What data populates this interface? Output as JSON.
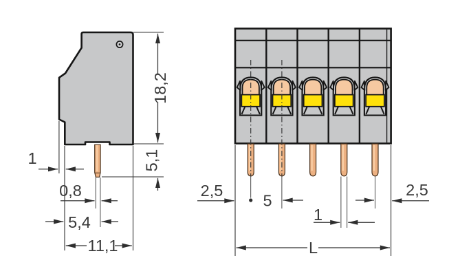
{
  "drawing": {
    "type": "technical-dimension-drawing",
    "subject": "pcb-terminal-block",
    "colors": {
      "background": "#ffffff",
      "body_gray": "#c7c8c9",
      "pin_copper": "#edb182",
      "pin_copper_light": "#f8d2a8",
      "clamp_salmon": "#f6c9a1",
      "clamp_yellow": "#ffe10a",
      "outline_dark": "#161616",
      "dim_color": "#3a3a3a"
    },
    "side_view": {
      "name": "side-view",
      "dims": {
        "overall_height": "18,2",
        "pin_length": "5,1",
        "flange_width": "1",
        "pin_width": "0,8",
        "edge_to_pin": "5,4",
        "overall_depth": "11,1"
      }
    },
    "front_view": {
      "name": "front-view",
      "pole_count": 5,
      "dims": {
        "left_edge_to_pin": "2,5",
        "pin_pitch": "5",
        "pin_width": "1",
        "pin_to_right_edge": "2,5",
        "overall_length": "L"
      }
    }
  }
}
